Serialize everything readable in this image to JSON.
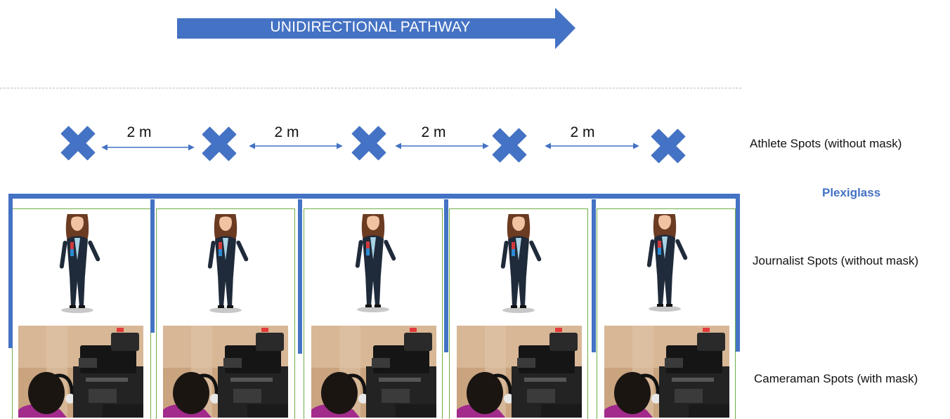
{
  "pathway": {
    "label": "UNIDIRECTIONAL PATHWAY"
  },
  "distances": [
    "2 m",
    "2 m",
    "2 m",
    "2 m"
  ],
  "labels": {
    "athlete": "Athlete Spots (without mask)",
    "plexiglass": "Plexiglass",
    "journalist": "Journalist Spots (without mask)",
    "cameraman": "Cameraman Spots (with mask)"
  },
  "colors": {
    "accent_blue": "#4472c4",
    "cross_blue": "#4472c4",
    "cell_border_green": "#70ad47"
  },
  "icons": {
    "athlete_spot": "x-cross-mark-icon",
    "journalist": "journalist-figure-icon",
    "cameraman": "cameraman-photo-icon"
  }
}
